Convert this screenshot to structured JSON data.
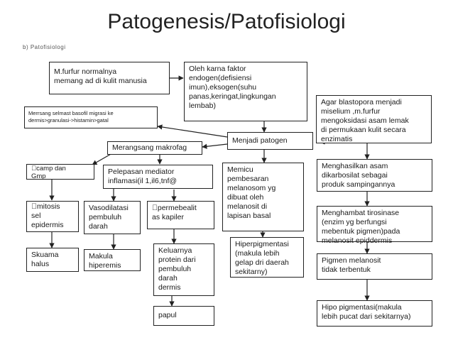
{
  "title": "Patogenesis/Patofisiologi",
  "subhead": "b)  Patofisiologi",
  "boxes": {
    "furfur": "M.furfur normalnya\nmemang ad di kulit manusia",
    "faktor": "Oleh karna faktor\nendogen(defisiensi\nimun),eksogen(suhu\npanas,keringat,lingkungan\nlembab)",
    "blastopora": "Agar blastopora menjadi\nmiselium ,m.furfur\nmengoksidasi asam lemak\ndi permukaan kulit secara\nenzimatis",
    "basofil": "Merrsang selmast basofil migrasi ke\ndermis>granulasi->histamin>gatal",
    "patogen": "Menjadi patogen",
    "makrofag": "Merangsang makrofag",
    "camp": "\u0000camp dan\nGmp",
    "mediator": "Pelepasan mediator\ninflamasi(il 1,il6,tnf@",
    "memicu": "Memicu\npembesaran\nmelanosom yg\ndibuat oleh\nmelanosit di\nlapisan basal",
    "asam": "Menghasilkan asam\ndikarbosilat sebagai\nproduk sampingannya",
    "mitosis": "\u0000mitosis\nsel\nepidermis",
    "vaso": "Vasodilatasi\npembuluh\ndarah",
    "permeabel": "\u0000permebealit\nas kapiler",
    "tirosinase": "Menghambat tirosinase\n(enzim yg berfungsi\nmebentuk pigmen)pada\nmelanosit epiddermis",
    "hiper": "Hiperpigmentasi\n(makula lebih\ngelap dri daerah\nsekitarny)",
    "skuama": "Skuama\nhalus",
    "makula": "Makula\nhiperemis",
    "keluar": "Keluarnya\nprotein dari\npembuluh\ndarah\ndermis",
    "pigmen": "Pigmen melanosit\ntidak terbentuk",
    "papul": "papul",
    "hipo": "Hipo pigmentasi(makula\nlebih pucat dari sekitarnya)"
  }
}
